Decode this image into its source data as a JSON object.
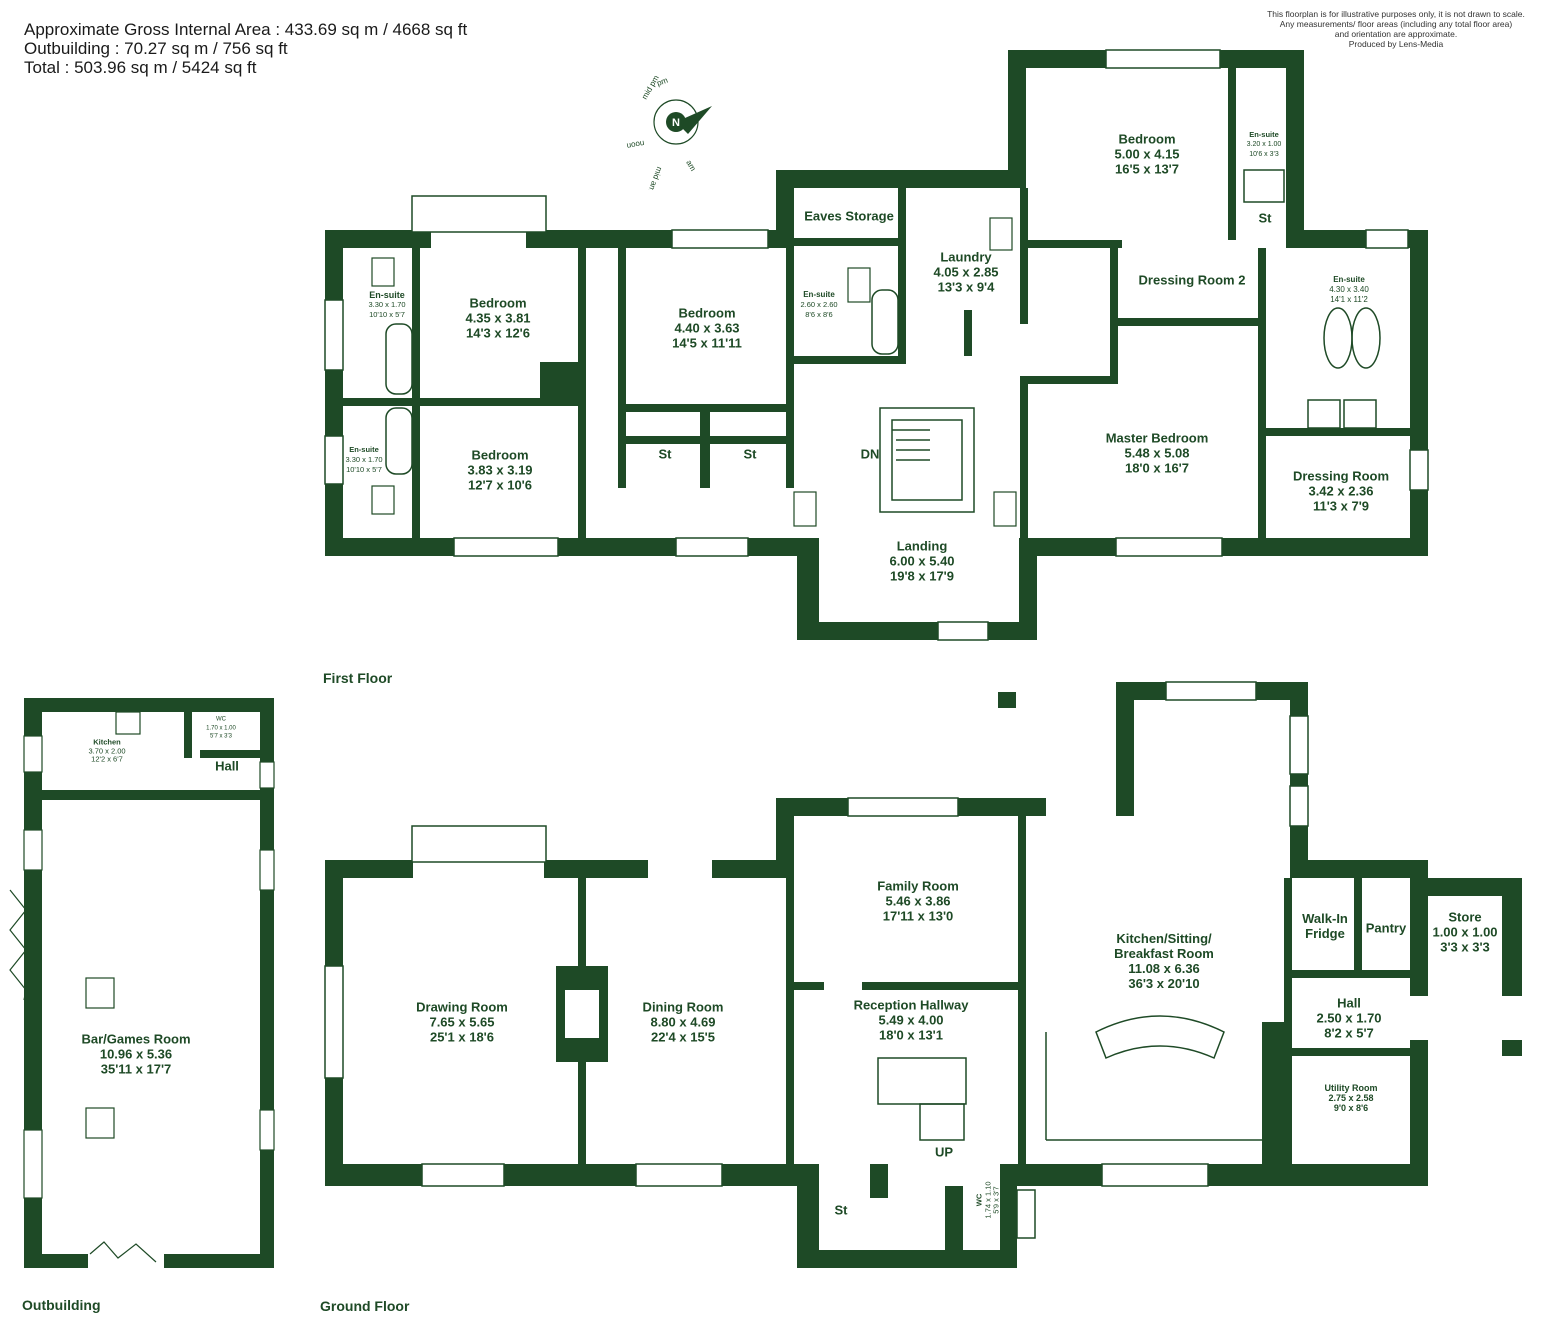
{
  "header": {
    "gross_area": "Approximate Gross Internal Area : 433.69 sq m / 4668 sq ft",
    "outbuilding_area": "Outbuilding : 70.27 sq m / 756 sq ft",
    "total_area": "Total : 503.96 sq m / 5424 sq ft"
  },
  "disclaimer": {
    "line1": "This floorplan is for illustrative purposes only, it is not drawn to scale.",
    "line2": "Any measurements/ floor areas (including any total floor area)",
    "line3": "and orientation are approximate.",
    "line4": "Produced by Lens-Media"
  },
  "compass": {
    "north": "N",
    "am": "am",
    "mid_am": "mid am",
    "noon": "noon",
    "mid_pm": "mid pm",
    "pm": "pm"
  },
  "floor_titles": {
    "first": "First Floor",
    "ground": "Ground Floor",
    "outbuilding": "Outbuilding"
  },
  "colors": {
    "wall": "#1e4a26",
    "text": "#1e4a26"
  },
  "first_floor": {
    "ensuite1": {
      "name": "En-suite",
      "metric": "3.30 x 1.70",
      "imperial": "10'10 x 5'7"
    },
    "ensuite2": {
      "name": "En-suite",
      "metric": "3.30 x 1.70",
      "imperial": "10'10 x 5'7"
    },
    "bedroom1": {
      "name": "Bedroom",
      "metric": "4.35 x 3.81",
      "imperial": "14'3 x 12'6"
    },
    "bedroom2": {
      "name": "Bedroom",
      "metric": "3.83 x 3.19",
      "imperial": "12'7 x 10'6"
    },
    "bedroom3": {
      "name": "Bedroom",
      "metric": "4.40 x 3.63",
      "imperial": "14'5 x 11'11"
    },
    "eaves": {
      "name": "Eaves Storage"
    },
    "ensuite3": {
      "name": "En-suite",
      "metric": "2.60 x 2.60",
      "imperial": "8'6 x 8'6"
    },
    "laundry": {
      "name": "Laundry",
      "metric": "4.05 x 2.85",
      "imperial": "13'3 x 9'4"
    },
    "bedroom4": {
      "name": "Bedroom",
      "metric": "5.00 x 4.15",
      "imperial": "16'5 x 13'7"
    },
    "ensuite4": {
      "name": "En-suite",
      "metric": "3.20 x 1.00",
      "imperial": "10'6 x 3'3"
    },
    "store_st": "St",
    "dressing2": {
      "name": "Dressing Room 2"
    },
    "ensuite5": {
      "name": "En-suite",
      "metric": "4.30 x 3.40",
      "imperial": "14'1 x 11'2"
    },
    "master": {
      "name": "Master Bedroom",
      "metric": "5.48 x 5.08",
      "imperial": "18'0 x 16'7"
    },
    "dressing": {
      "name": "Dressing Room",
      "metric": "3.42 x 2.36",
      "imperial": "11'3 x 7'9"
    },
    "landing": {
      "name": "Landing",
      "metric": "6.00 x 5.40",
      "imperial": "19'8 x 17'9"
    },
    "dn": "DN",
    "st_left": "St",
    "st_right": "St"
  },
  "ground_floor": {
    "drawing": {
      "name": "Drawing Room",
      "metric": "7.65 x 5.65",
      "imperial": "25'1 x 18'6"
    },
    "dining": {
      "name": "Dining Room",
      "metric": "8.80 x 4.69",
      "imperial": "22'4 x 15'5"
    },
    "family": {
      "name": "Family Room",
      "metric": "5.46 x 3.86",
      "imperial": "17'11 x 13'0"
    },
    "reception": {
      "name": "Reception Hallway",
      "metric": "5.49 x 4.00",
      "imperial": "18'0 x 13'1"
    },
    "kitchen": {
      "name1": "Kitchen/Sitting/",
      "name2": "Breakfast Room",
      "metric": "11.08 x 6.36",
      "imperial": "36'3 x 20'10"
    },
    "walkin": {
      "name1": "Walk-In",
      "name2": "Fridge"
    },
    "pantry": {
      "name": "Pantry"
    },
    "store": {
      "name": "Store",
      "metric": "1.00 x 1.00",
      "imperial": "3'3 x 3'3"
    },
    "hall": {
      "name": "Hall",
      "metric": "2.50 x 1.70",
      "imperial": "8'2 x 5'7"
    },
    "utility": {
      "name": "Utility Room",
      "metric": "2.75 x 2.58",
      "imperial": "9'0 x 8'6"
    },
    "wc": {
      "name": "WC",
      "metric": "1.74 x 1.10",
      "imperial": "5'9 x 3'7"
    },
    "up": "UP",
    "st": "St"
  },
  "outbuilding": {
    "kitchen": {
      "name": "Kitchen",
      "metric": "3.70 x 2.00",
      "imperial": "12'2 x 6'7"
    },
    "wc": {
      "name": "WC",
      "metric": "1.70 x 1.00",
      "imperial": "5'7 x 3'3"
    },
    "hall": {
      "name": "Hall"
    },
    "bar": {
      "name": "Bar/Games Room",
      "metric": "10.96 x 5.36",
      "imperial": "35'11 x 17'7"
    }
  }
}
